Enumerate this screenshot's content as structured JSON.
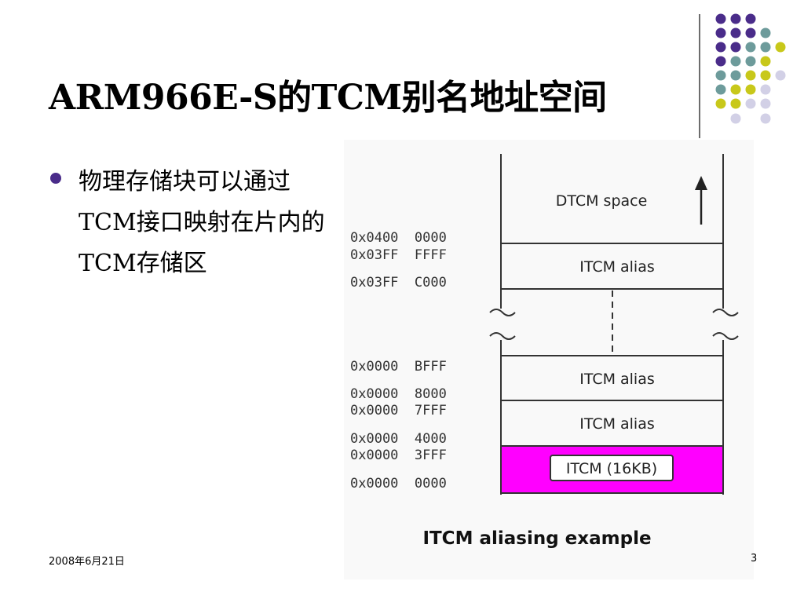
{
  "slide": {
    "title": "ARM966E-S的TCM别名地址空间",
    "bullet": "物理存储块可以通过TCM接口映射在片内的TCM存储区",
    "footer_date": "2008年6月21日",
    "page_number": "3"
  },
  "diagram": {
    "caption": "ITCM aliasing example",
    "regions": {
      "dtcm": "DTCM space",
      "alias_top": "ITCM alias",
      "alias_mid": "ITCM alias",
      "alias_low": "ITCM alias",
      "itcm": "ITCM (16KB)"
    },
    "addresses": {
      "a1": "0x0400  0000",
      "a2": "0x03FF  FFFF",
      "a3": "0x03FF  C000",
      "a4": "0x0000  BFFF",
      "a5": "0x0000  8000",
      "a6": "0x0000  7FFF",
      "a7": "0x0000  4000",
      "a8": "0x0000  3FFF",
      "a9": "0x0000  0000"
    },
    "colors": {
      "itcm_fill": "#ff00ff",
      "dot_purple": "#4a2c8a",
      "dot_teal": "#6d9b9b",
      "dot_yellow": "#c8c81a",
      "dot_lavender": "#d2d0e6"
    }
  }
}
